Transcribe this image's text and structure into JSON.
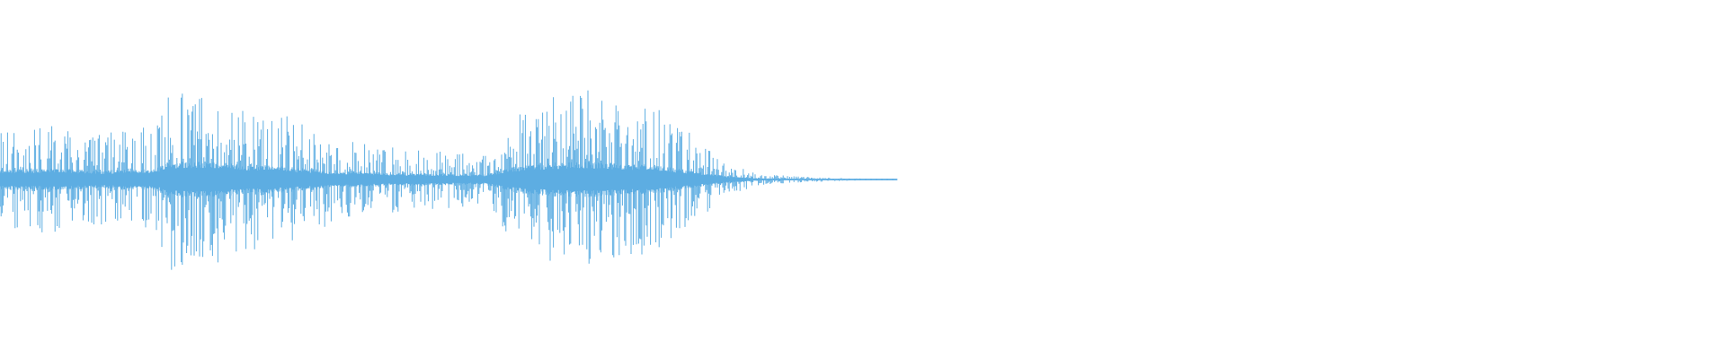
{
  "waveform": {
    "color": "#5dade2",
    "duration_fraction": 0.52,
    "envelope": [
      {
        "t": 0.0,
        "amp": 0.28
      },
      {
        "t": 0.03,
        "amp": 0.3
      },
      {
        "t": 0.06,
        "amp": 0.26
      },
      {
        "t": 0.09,
        "amp": 0.3
      },
      {
        "t": 0.1,
        "amp": 0.52
      },
      {
        "t": 0.12,
        "amp": 0.5
      },
      {
        "t": 0.14,
        "amp": 0.42
      },
      {
        "t": 0.16,
        "amp": 0.38
      },
      {
        "t": 0.18,
        "amp": 0.3
      },
      {
        "t": 0.2,
        "amp": 0.22
      },
      {
        "t": 0.23,
        "amp": 0.18
      },
      {
        "t": 0.26,
        "amp": 0.16
      },
      {
        "t": 0.28,
        "amp": 0.14
      },
      {
        "t": 0.3,
        "amp": 0.38
      },
      {
        "t": 0.32,
        "amp": 0.48
      },
      {
        "t": 0.34,
        "amp": 0.5
      },
      {
        "t": 0.36,
        "amp": 0.46
      },
      {
        "t": 0.38,
        "amp": 0.4
      },
      {
        "t": 0.4,
        "amp": 0.26
      },
      {
        "t": 0.42,
        "amp": 0.1
      },
      {
        "t": 0.44,
        "amp": 0.03
      },
      {
        "t": 0.48,
        "amp": 0.01
      },
      {
        "t": 0.52,
        "amp": 0.0
      }
    ]
  }
}
